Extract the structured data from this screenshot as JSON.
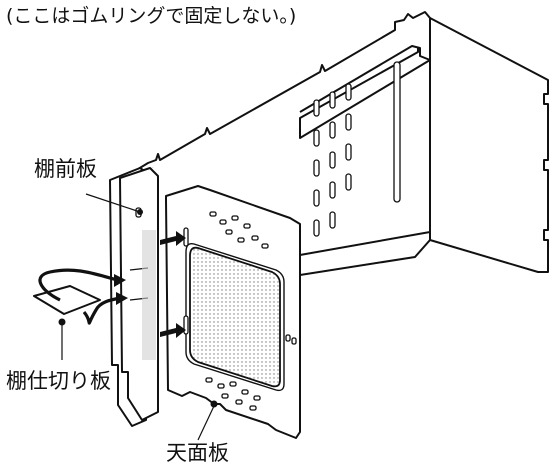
{
  "caption": "(ここはゴムリングで固定しない。)",
  "labels": {
    "front_shelf_board": "棚前板",
    "divider_board": "棚仕切り板",
    "top_board": "天面板"
  }
}
